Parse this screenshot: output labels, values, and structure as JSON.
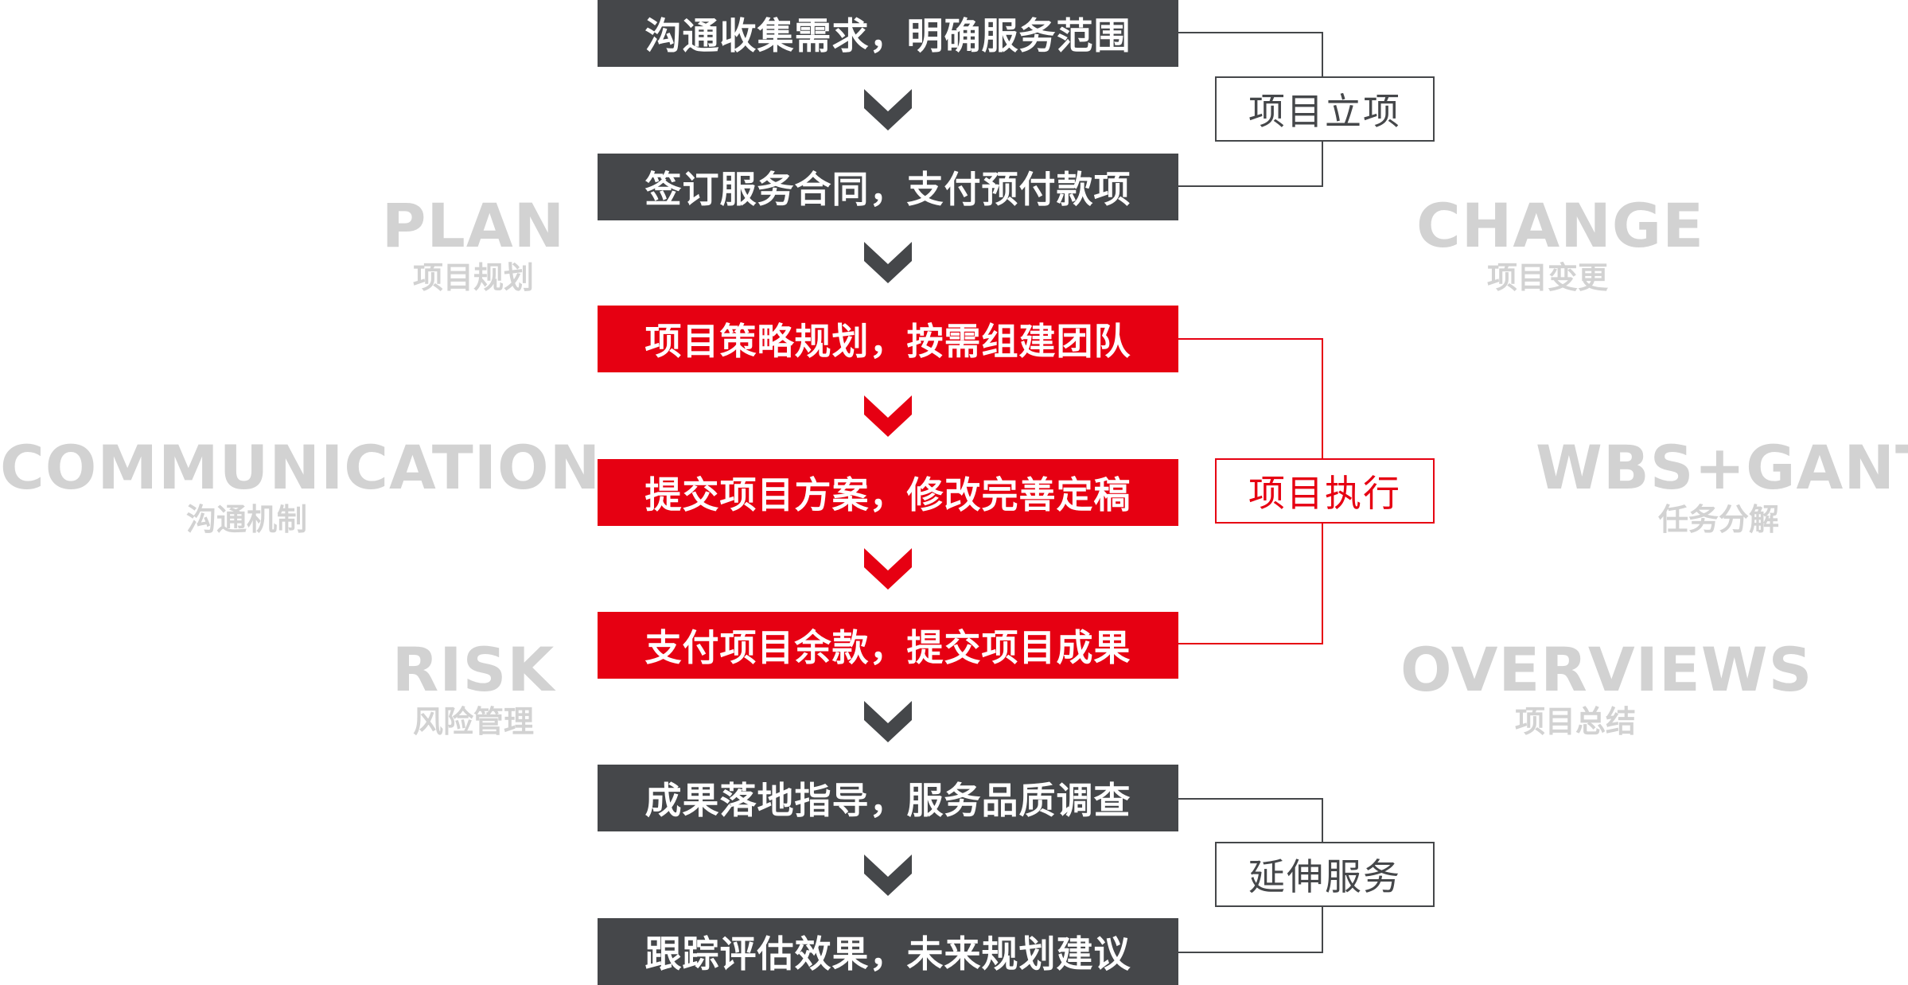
{
  "steps": [
    {
      "label": "沟通收集需求，明确服务范围",
      "tone": "dark"
    },
    {
      "label": "签订服务合同，支付预付款项",
      "tone": "dark"
    },
    {
      "label": "项目策略规划，按需组建团队",
      "tone": "red"
    },
    {
      "label": "提交项目方案，修改完善定稿",
      "tone": "red"
    },
    {
      "label": "支付项目余款，提交项目成果",
      "tone": "red"
    },
    {
      "label": "成果落地指导，服务品质调查",
      "tone": "dark"
    },
    {
      "label": "跟踪评估效果，未来规划建议",
      "tone": "dark"
    }
  ],
  "phases": [
    {
      "label": "项目立项",
      "tone": "dark"
    },
    {
      "label": "项目执行",
      "tone": "red"
    },
    {
      "label": "延伸服务",
      "tone": "dark"
    }
  ],
  "side_labels": {
    "plan": {
      "en": "PLAN",
      "cn": "项目规划"
    },
    "communication": {
      "en": "COMMUNICATION",
      "cn": "沟通机制"
    },
    "risk": {
      "en": "RISK",
      "cn": "风险管理"
    },
    "change": {
      "en": "CHANGE",
      "cn": "项目变更"
    },
    "wbs": {
      "en": "WBS+GANTT",
      "cn": "任务分解"
    },
    "overviews": {
      "en": "OVERVIEWS",
      "cn": "项目总结"
    }
  },
  "colors": {
    "dark": "#45474a",
    "red": "#e60012",
    "side_text": "#d2d2d2"
  }
}
